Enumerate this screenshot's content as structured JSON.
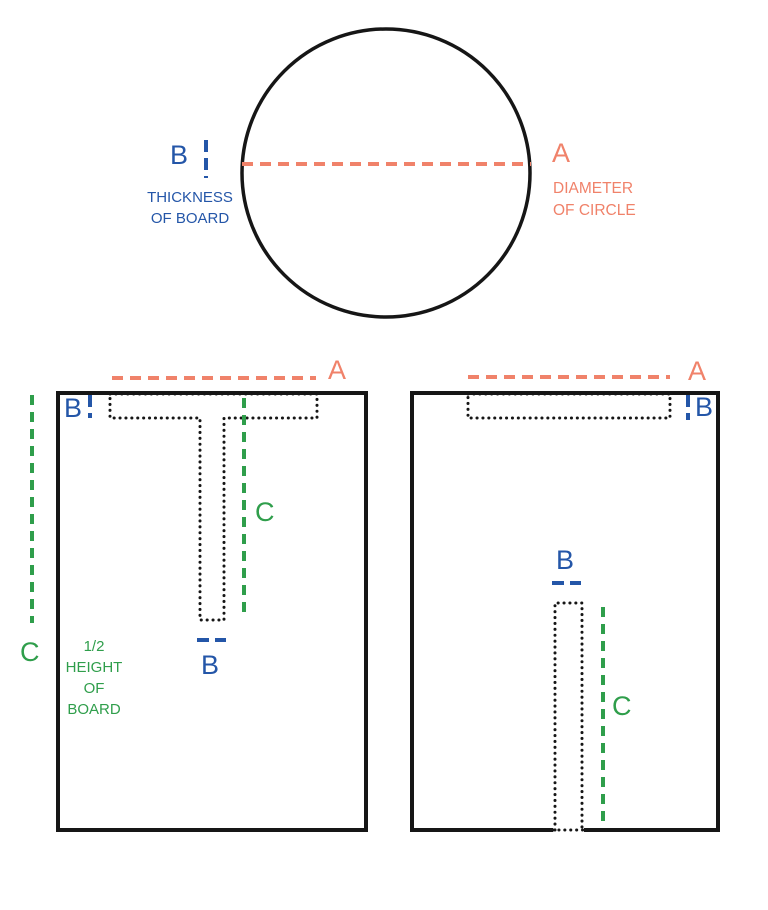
{
  "colors": {
    "outline": "#161616",
    "diameter": "#f0826a",
    "thickness": "#2456a8",
    "half_height": "#2f9e4b"
  },
  "circle_section": {
    "label_a": "A",
    "a_caption": [
      "DIAMETER",
      "OF CIRCLE"
    ],
    "label_b": "B",
    "b_caption": [
      "THICKNESS",
      "OF BOARD"
    ]
  },
  "left_board": {
    "label_a": "A",
    "label_b_top": "B",
    "label_b_slot": "B",
    "label_c_outer": "C",
    "label_c_inner": "C",
    "caption": [
      "1/2",
      "HEIGHT",
      "OF",
      "BOARD"
    ]
  },
  "right_board": {
    "label_a": "A",
    "label_b_top": "B",
    "label_b_slot": "B",
    "label_c": "C"
  }
}
